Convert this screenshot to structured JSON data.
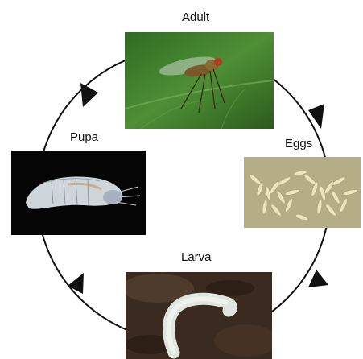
{
  "diagram": {
    "type": "life-cycle",
    "stages": [
      {
        "id": "adult",
        "label": "Adult",
        "image": "adult-fly-photo"
      },
      {
        "id": "eggs",
        "label": "Eggs",
        "image": "eggs-photo"
      },
      {
        "id": "larva",
        "label": "Larva",
        "image": "larva-photo"
      },
      {
        "id": "pupa",
        "label": "Pupa",
        "image": "pupa-photo"
      }
    ],
    "cycle_direction": "clockwise",
    "arrow_color": "#111111"
  }
}
